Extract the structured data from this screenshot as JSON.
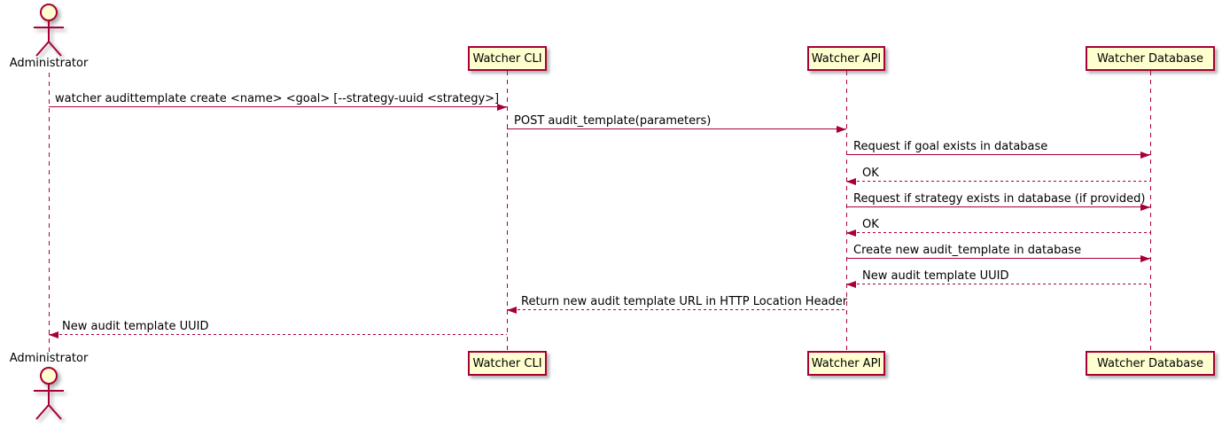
{
  "diagram_type": "uml-sequence-diagram",
  "colors": {
    "line": "#A80036",
    "participant_fill": "#FEFECE",
    "text": "#000000",
    "background": "#FFFFFF"
  },
  "actor": {
    "label": "Administrator"
  },
  "participants": [
    {
      "label": "Watcher CLI"
    },
    {
      "label": "Watcher API"
    },
    {
      "label": "Watcher Database"
    }
  ],
  "messages": [
    {
      "from": "Administrator",
      "to": "Watcher CLI",
      "text": "watcher audittemplate create <name> <goal> [--strategy-uuid <strategy>]",
      "line": "solid",
      "direction": "right"
    },
    {
      "from": "Watcher CLI",
      "to": "Watcher API",
      "text": "POST audit_template(parameters)",
      "line": "solid",
      "direction": "right"
    },
    {
      "from": "Watcher API",
      "to": "Watcher Database",
      "text": "Request if goal exists in database",
      "line": "solid",
      "direction": "right"
    },
    {
      "from": "Watcher Database",
      "to": "Watcher API",
      "text": "OK",
      "line": "dashed",
      "direction": "left"
    },
    {
      "from": "Watcher API",
      "to": "Watcher Database",
      "text": "Request if strategy exists in database (if provided)",
      "line": "solid",
      "direction": "right"
    },
    {
      "from": "Watcher Database",
      "to": "Watcher API",
      "text": "OK",
      "line": "dashed",
      "direction": "left"
    },
    {
      "from": "Watcher API",
      "to": "Watcher Database",
      "text": "Create new audit_template in database",
      "line": "solid",
      "direction": "right"
    },
    {
      "from": "Watcher Database",
      "to": "Watcher API",
      "text": "New audit template UUID",
      "line": "dashed",
      "direction": "left"
    },
    {
      "from": "Watcher API",
      "to": "Watcher CLI",
      "text": "Return new audit template URL in HTTP Location Header",
      "line": "dashed",
      "direction": "left"
    },
    {
      "from": "Watcher CLI",
      "to": "Administrator",
      "text": "New audit template UUID",
      "line": "dashed",
      "direction": "left"
    }
  ]
}
